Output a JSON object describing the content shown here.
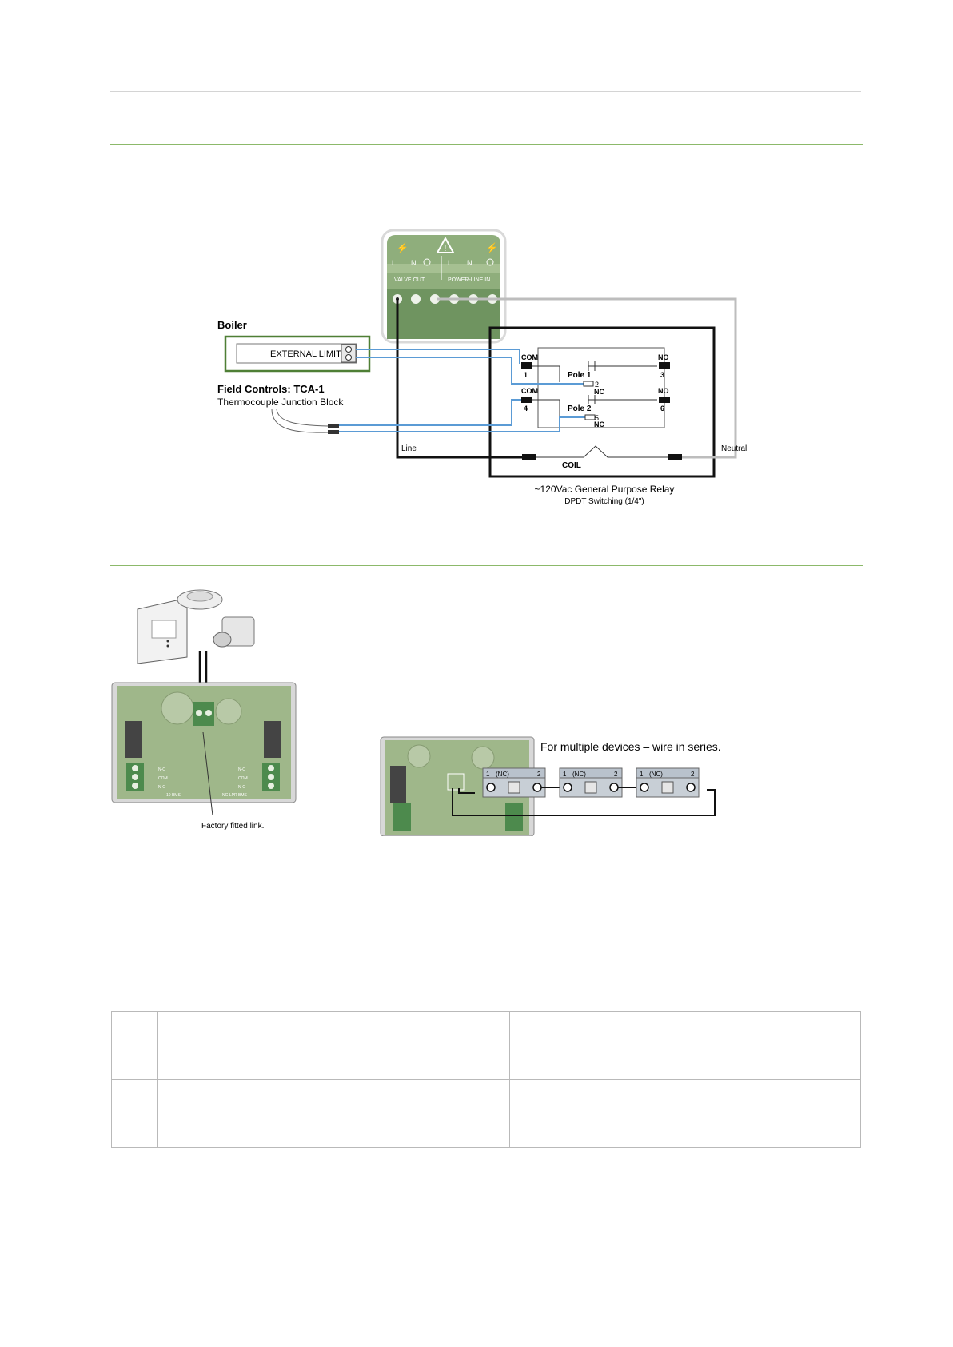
{
  "wiring_diagram": {
    "boiler_label": "Boiler",
    "external_limit_label": "EXTERNAL LIMIT",
    "field_controls_label": "Field Controls: TCA-1",
    "junction_block_label": "Thermocouple Junction Block",
    "terminal_left_labels": [
      "L",
      "N"
    ],
    "terminal_right_labels": [
      "L",
      "N"
    ],
    "valve_out_label": "VALVE OUT",
    "power_line_in_label": "POWER-LINE IN",
    "com1_label": "COM",
    "com1_number": "1",
    "com2_label": "COM",
    "com2_number": "4",
    "pole1_label": "Pole 1",
    "pole2_label": "Pole 2",
    "nc1_label": "NC",
    "nc1_number": "2",
    "nc2_label": "NC",
    "nc2_number": "5",
    "no1_label": "NO",
    "no1_number": "3",
    "no2_label": "NO",
    "no2_number": "6",
    "line_label": "Line",
    "neutral_label": "Neutral",
    "coil_label": "COIL",
    "relay_title": "~120Vac General Purpose Relay",
    "relay_subtitle": "DPDT Switching (1/4\")"
  },
  "device_diagram": {
    "factory_link_label": "Factory fitted link.",
    "series_caption": "For multiple devices – wire in series.",
    "nc_label": "(NC)",
    "terminal_1": "1",
    "terminal_2": "2",
    "board_labels": [
      "N-C",
      "COM",
      "N-O",
      "N-C",
      "COM",
      "N-C"
    ],
    "board_footer_left": "10 BMS",
    "board_footer_right": "NC-LPR BMS"
  },
  "colors": {
    "green_rule": "#8cb96a",
    "boiler_border": "#4f7f35",
    "wire_blue": "#5b9bd5",
    "board_green": "#9fb78a"
  }
}
